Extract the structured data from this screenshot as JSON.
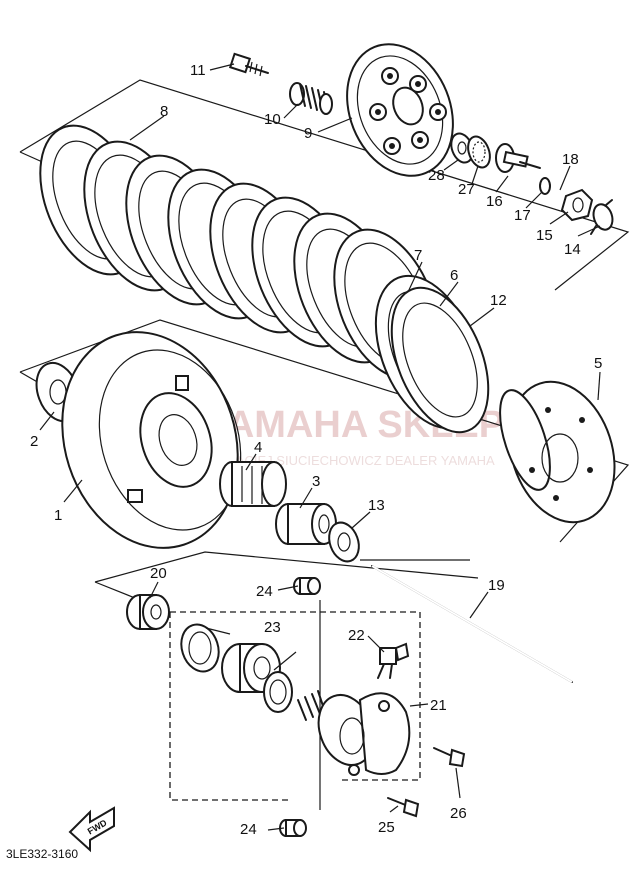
{
  "diagram": {
    "part_code": "3LE332-3160",
    "fwd_label": "FWD",
    "watermark": {
      "brand": "YAMAHA SKLEP",
      "dealer": "MACIEJ SIUCIECHOWICZ DEALER YAMAHA"
    },
    "callouts": [
      {
        "id": "c11",
        "text": "11"
      },
      {
        "id": "c10",
        "text": "10"
      },
      {
        "id": "c9",
        "text": "9"
      },
      {
        "id": "c8",
        "text": "8"
      },
      {
        "id": "c28",
        "text": "28"
      },
      {
        "id": "c27",
        "text": "27"
      },
      {
        "id": "c16",
        "text": "16"
      },
      {
        "id": "c17",
        "text": "17"
      },
      {
        "id": "c18",
        "text": "18"
      },
      {
        "id": "c15",
        "text": "15"
      },
      {
        "id": "c14",
        "text": "14"
      },
      {
        "id": "c7",
        "text": "7"
      },
      {
        "id": "c6",
        "text": "6"
      },
      {
        "id": "c12",
        "text": "12"
      },
      {
        "id": "c5",
        "text": "5"
      },
      {
        "id": "c2",
        "text": "2"
      },
      {
        "id": "c1",
        "text": "1"
      },
      {
        "id": "c4",
        "text": "4"
      },
      {
        "id": "c3",
        "text": "3"
      },
      {
        "id": "c13",
        "text": "13"
      },
      {
        "id": "c20",
        "text": "20"
      },
      {
        "id": "c24a",
        "text": "24"
      },
      {
        "id": "c19",
        "text": "19"
      },
      {
        "id": "c23",
        "text": "23"
      },
      {
        "id": "c22",
        "text": "22"
      },
      {
        "id": "c21",
        "text": "21"
      },
      {
        "id": "c26",
        "text": "26"
      },
      {
        "id": "c25",
        "text": "25"
      },
      {
        "id": "c24b",
        "text": "24"
      }
    ]
  }
}
